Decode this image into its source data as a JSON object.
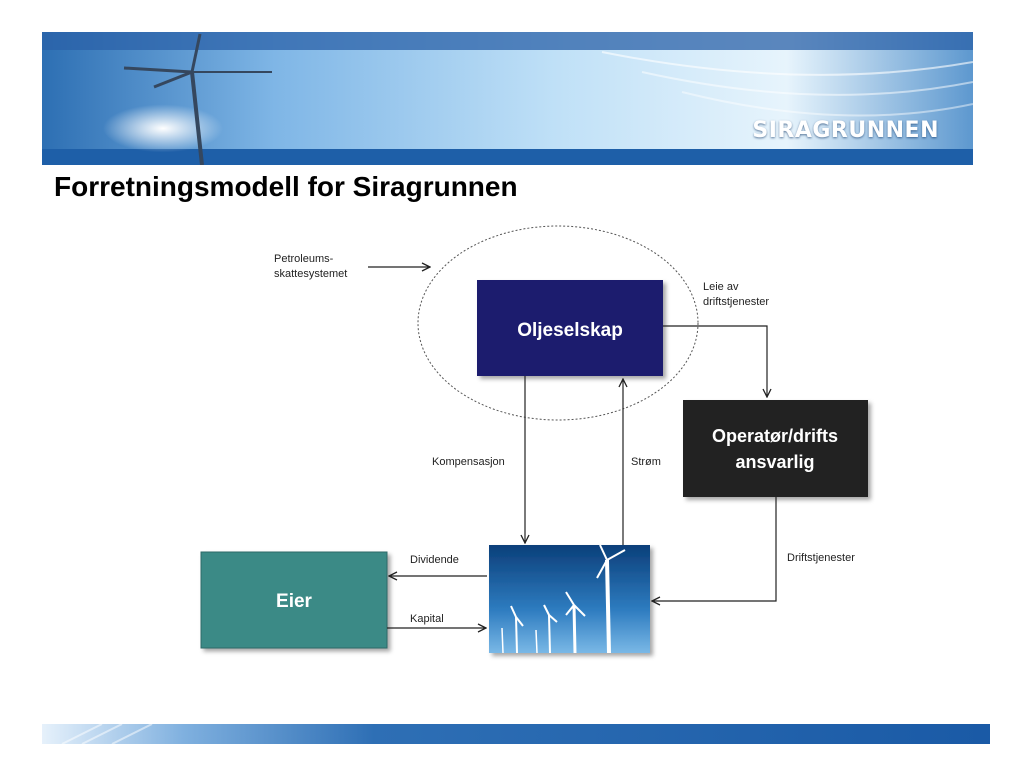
{
  "header": {
    "brand": "SIRAGRUNNEN"
  },
  "title": "Forretningsmodell for Siragrunnen",
  "diagram": {
    "nodes": {
      "oljeselskap": {
        "label": "Oljeselskap",
        "color": "#1f1f6e"
      },
      "operator": {
        "label_line1": "Operatør/drifts",
        "label_line2": "ansvarlig",
        "color": "#222222"
      },
      "eier": {
        "label": "Eier",
        "color": "#3b8a86"
      }
    },
    "edge_labels": {
      "petroleum_line1": "Petroleums-",
      "petroleum_line2": "skattesystemet",
      "leie_line1": "Leie av",
      "leie_line2": "driftstjenester",
      "kompensasjon": "Kompensasjon",
      "strom": "Strøm",
      "driftstjenester": "Driftstjenester",
      "dividende": "Dividende",
      "kapital": "Kapital"
    }
  },
  "colors": {
    "header_blue": "#1e5fa8",
    "footer_blue": "#1a5aa6"
  }
}
